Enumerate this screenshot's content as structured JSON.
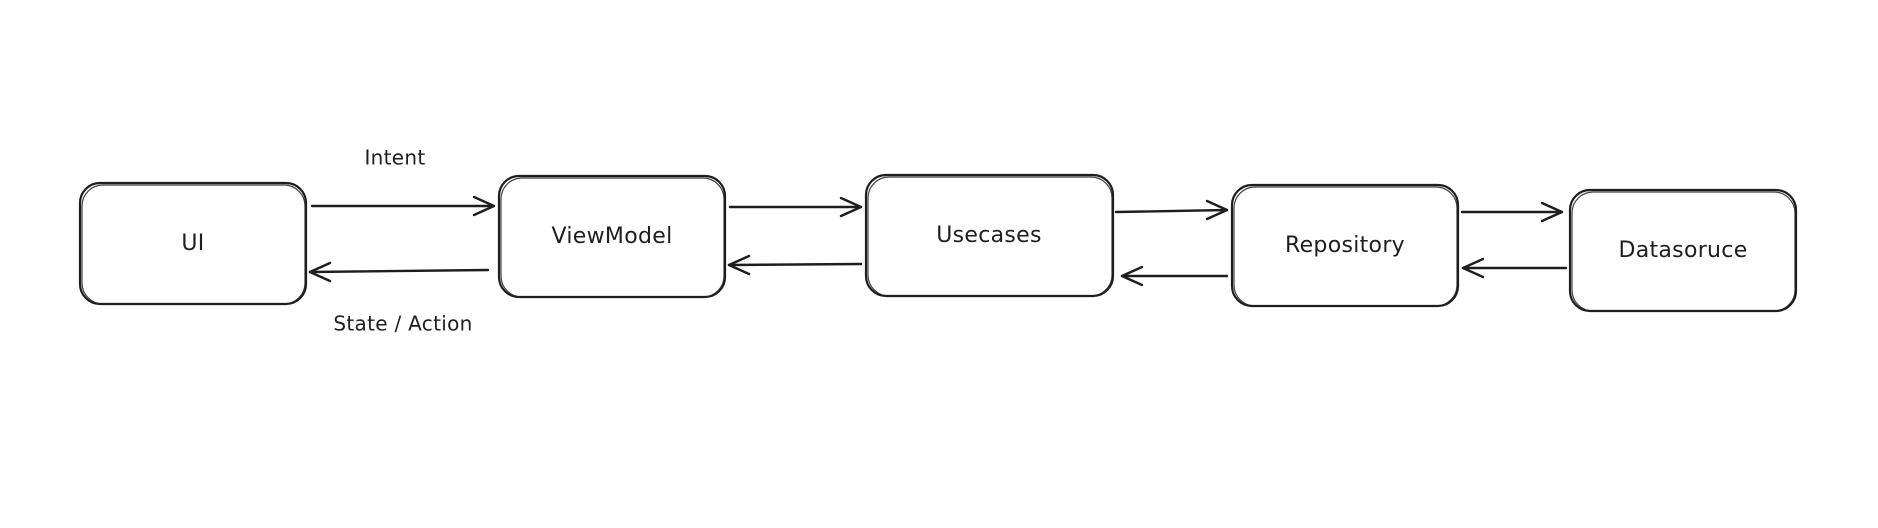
{
  "diagram": {
    "nodes": [
      {
        "id": "ui",
        "label": "UI"
      },
      {
        "id": "viewmodel",
        "label": "ViewModel"
      },
      {
        "id": "usecases",
        "label": "Usecases"
      },
      {
        "id": "repository",
        "label": "Repository"
      },
      {
        "id": "datasource",
        "label": "Datasoruce"
      }
    ],
    "edges": [
      {
        "from": "ui",
        "to": "viewmodel",
        "label": "Intent"
      },
      {
        "from": "viewmodel",
        "to": "ui",
        "label": "State / Action"
      },
      {
        "from": "viewmodel",
        "to": "usecases",
        "label": ""
      },
      {
        "from": "usecases",
        "to": "viewmodel",
        "label": ""
      },
      {
        "from": "usecases",
        "to": "repository",
        "label": ""
      },
      {
        "from": "repository",
        "to": "usecases",
        "label": ""
      },
      {
        "from": "repository",
        "to": "datasource",
        "label": ""
      },
      {
        "from": "datasource",
        "to": "repository",
        "label": ""
      }
    ],
    "stroke_color": "#1e1e1e",
    "background_color": "#ffffff"
  }
}
